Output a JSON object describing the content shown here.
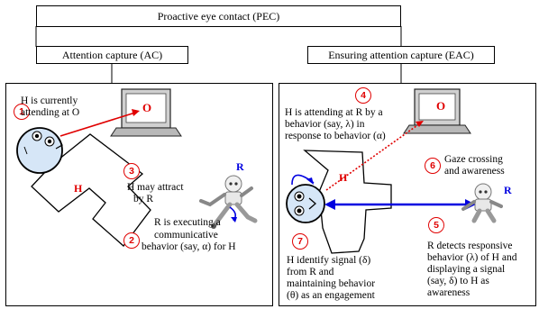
{
  "title": "Proactive eye contact (PEC)",
  "left_panel": {
    "header": "Attention capture (AC)",
    "steps": [
      {
        "num": "1",
        "lines": [
          "H is currently",
          "attending at O"
        ]
      },
      {
        "num": "2",
        "lines": [
          "R is executing a",
          "communicative",
          "behavior (say, α) for H"
        ]
      },
      {
        "num": "3",
        "lines": [
          "H may attract",
          "by R"
        ]
      }
    ],
    "labels": {
      "human": "H",
      "object": "O",
      "robot": "R"
    }
  },
  "right_panel": {
    "header": "Ensuring attention capture (EAC)",
    "steps": [
      {
        "num": "4",
        "lines": [
          "H is attending at R by a",
          "behavior (say, λ) in",
          "response to behavior (α)"
        ]
      },
      {
        "num": "5",
        "lines": [
          "R detects responsive",
          "behavior (λ) of H and",
          "displaying a signal",
          "(say, δ) to H as",
          "awareness"
        ]
      },
      {
        "num": "6",
        "lines": [
          "Gaze crossing",
          "and awareness"
        ]
      },
      {
        "num": "7",
        "lines": [
          "H identify signal (δ)",
          "from R and",
          "maintaining behavior",
          "(θ)  as an engagement"
        ]
      }
    ],
    "labels": {
      "human": "H",
      "object": "O",
      "robot": "R"
    }
  },
  "colors": {
    "red": "#e00000",
    "blue": "#0000e0",
    "line": "#000000"
  }
}
